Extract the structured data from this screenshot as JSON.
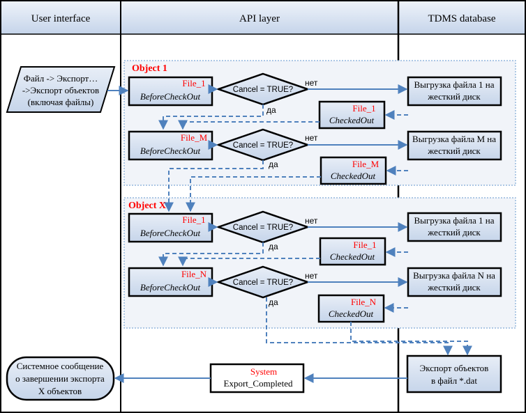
{
  "lanes": {
    "ui": "User interface",
    "api": "API layer",
    "db": "TDMS database"
  },
  "start": {
    "line1": "Файл -> Экспорт…",
    "line2": "->Экспорт объектов",
    "line3": "(включая файлы)"
  },
  "groups": [
    {
      "label": "Object 1"
    },
    {
      "label": "Object X"
    }
  ],
  "rows": [
    {
      "event_file": "File_1",
      "event_name": "BeforeCheckOut",
      "decision": "Cancel = TRUE?",
      "yes": "да",
      "no": "нет",
      "upload_line1": "Выгрузка файла 1 на",
      "upload_line2": "жесткий диск",
      "checked_file": "File_1",
      "checked_name": "CheckedOut"
    },
    {
      "event_file": "File_M",
      "event_name": "BeforeCheckOut",
      "decision": "Cancel = TRUE?",
      "yes": "да",
      "no": "нет",
      "upload_line1": "Выгрузка файла M на",
      "upload_line2": "жесткий диск",
      "checked_file": "File_M",
      "checked_name": "CheckedOut"
    },
    {
      "event_file": "File_1",
      "event_name": "BeforeCheckOut",
      "decision": "Cancel = TRUE?",
      "yes": "да",
      "no": "нет",
      "upload_line1": "Выгрузка файла 1 на",
      "upload_line2": "жесткий диск",
      "checked_file": "File_1",
      "checked_name": "CheckedOut"
    },
    {
      "event_file": "File_N",
      "event_name": "BeforeCheckOut",
      "decision": "Cancel = TRUE?",
      "yes": "да",
      "no": "нет",
      "upload_line1": "Выгрузка файла N на",
      "upload_line2": "жесткий диск",
      "checked_file": "File_N",
      "checked_name": "CheckedOut"
    }
  ],
  "export": {
    "line1": "Экспорт объектов",
    "line2": "в файл *.dat"
  },
  "system_event": {
    "source": "System",
    "name": "Export_Completed"
  },
  "end": {
    "line1": "Системное сообщение",
    "line2": "о завершении экспорта",
    "line3": "X объектов"
  },
  "colors": {
    "box_fill": "#d7e1ef",
    "arrow": "#4f81bd",
    "event_source": "#ff0000",
    "group_title": "#ff0000",
    "group_border": "#7fa9d6",
    "header_fill": "#d7e1ef"
  }
}
